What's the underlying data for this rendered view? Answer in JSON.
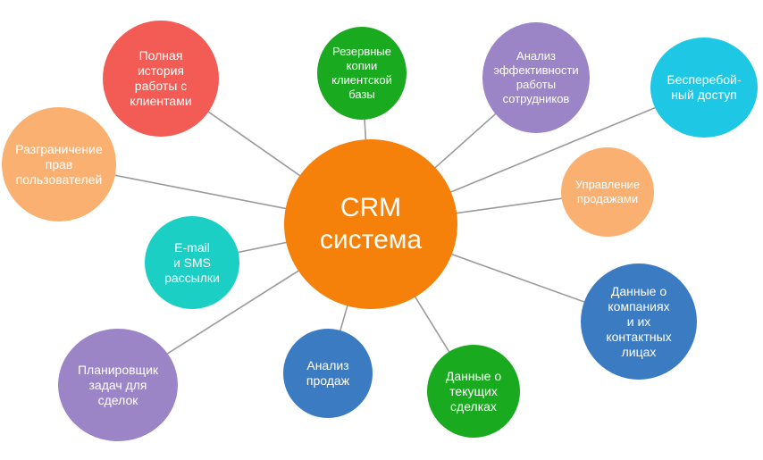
{
  "center": {
    "label": "CRM\nсистема",
    "color": "#f5800a"
  },
  "nodes": [
    {
      "label": "Полная\nистория\nработы с\nклиентами",
      "color": "#f25c54"
    },
    {
      "label": "Резервные\nкопии\nклиентской\nбазы",
      "color": "#1aaa1f"
    },
    {
      "label": "Анализ\nэффективности\nработы\nсотрудников",
      "color": "#9b85c6"
    },
    {
      "label": "Бесперебой-\nный доступ",
      "color": "#1ec7e3"
    },
    {
      "label": "Разграничение\nправ\nпользователей",
      "color": "#fab070"
    },
    {
      "label": "Управление\nпродажами",
      "color": "#fab070"
    },
    {
      "label": "E-mail\nи SMS\nрассылки",
      "color": "#1ccfc5"
    },
    {
      "label": "Данные о\nкомпаниях\nи их\nконтактных\nлицах",
      "color": "#3b7bc2"
    },
    {
      "label": "Планировщик\nзадач для\nсделок",
      "color": "#9b85c6"
    },
    {
      "label": "Анализ\nпродаж",
      "color": "#3b7bc2"
    },
    {
      "label": "Данные о\nтекущих\nсделках",
      "color": "#1aaa1f"
    }
  ]
}
